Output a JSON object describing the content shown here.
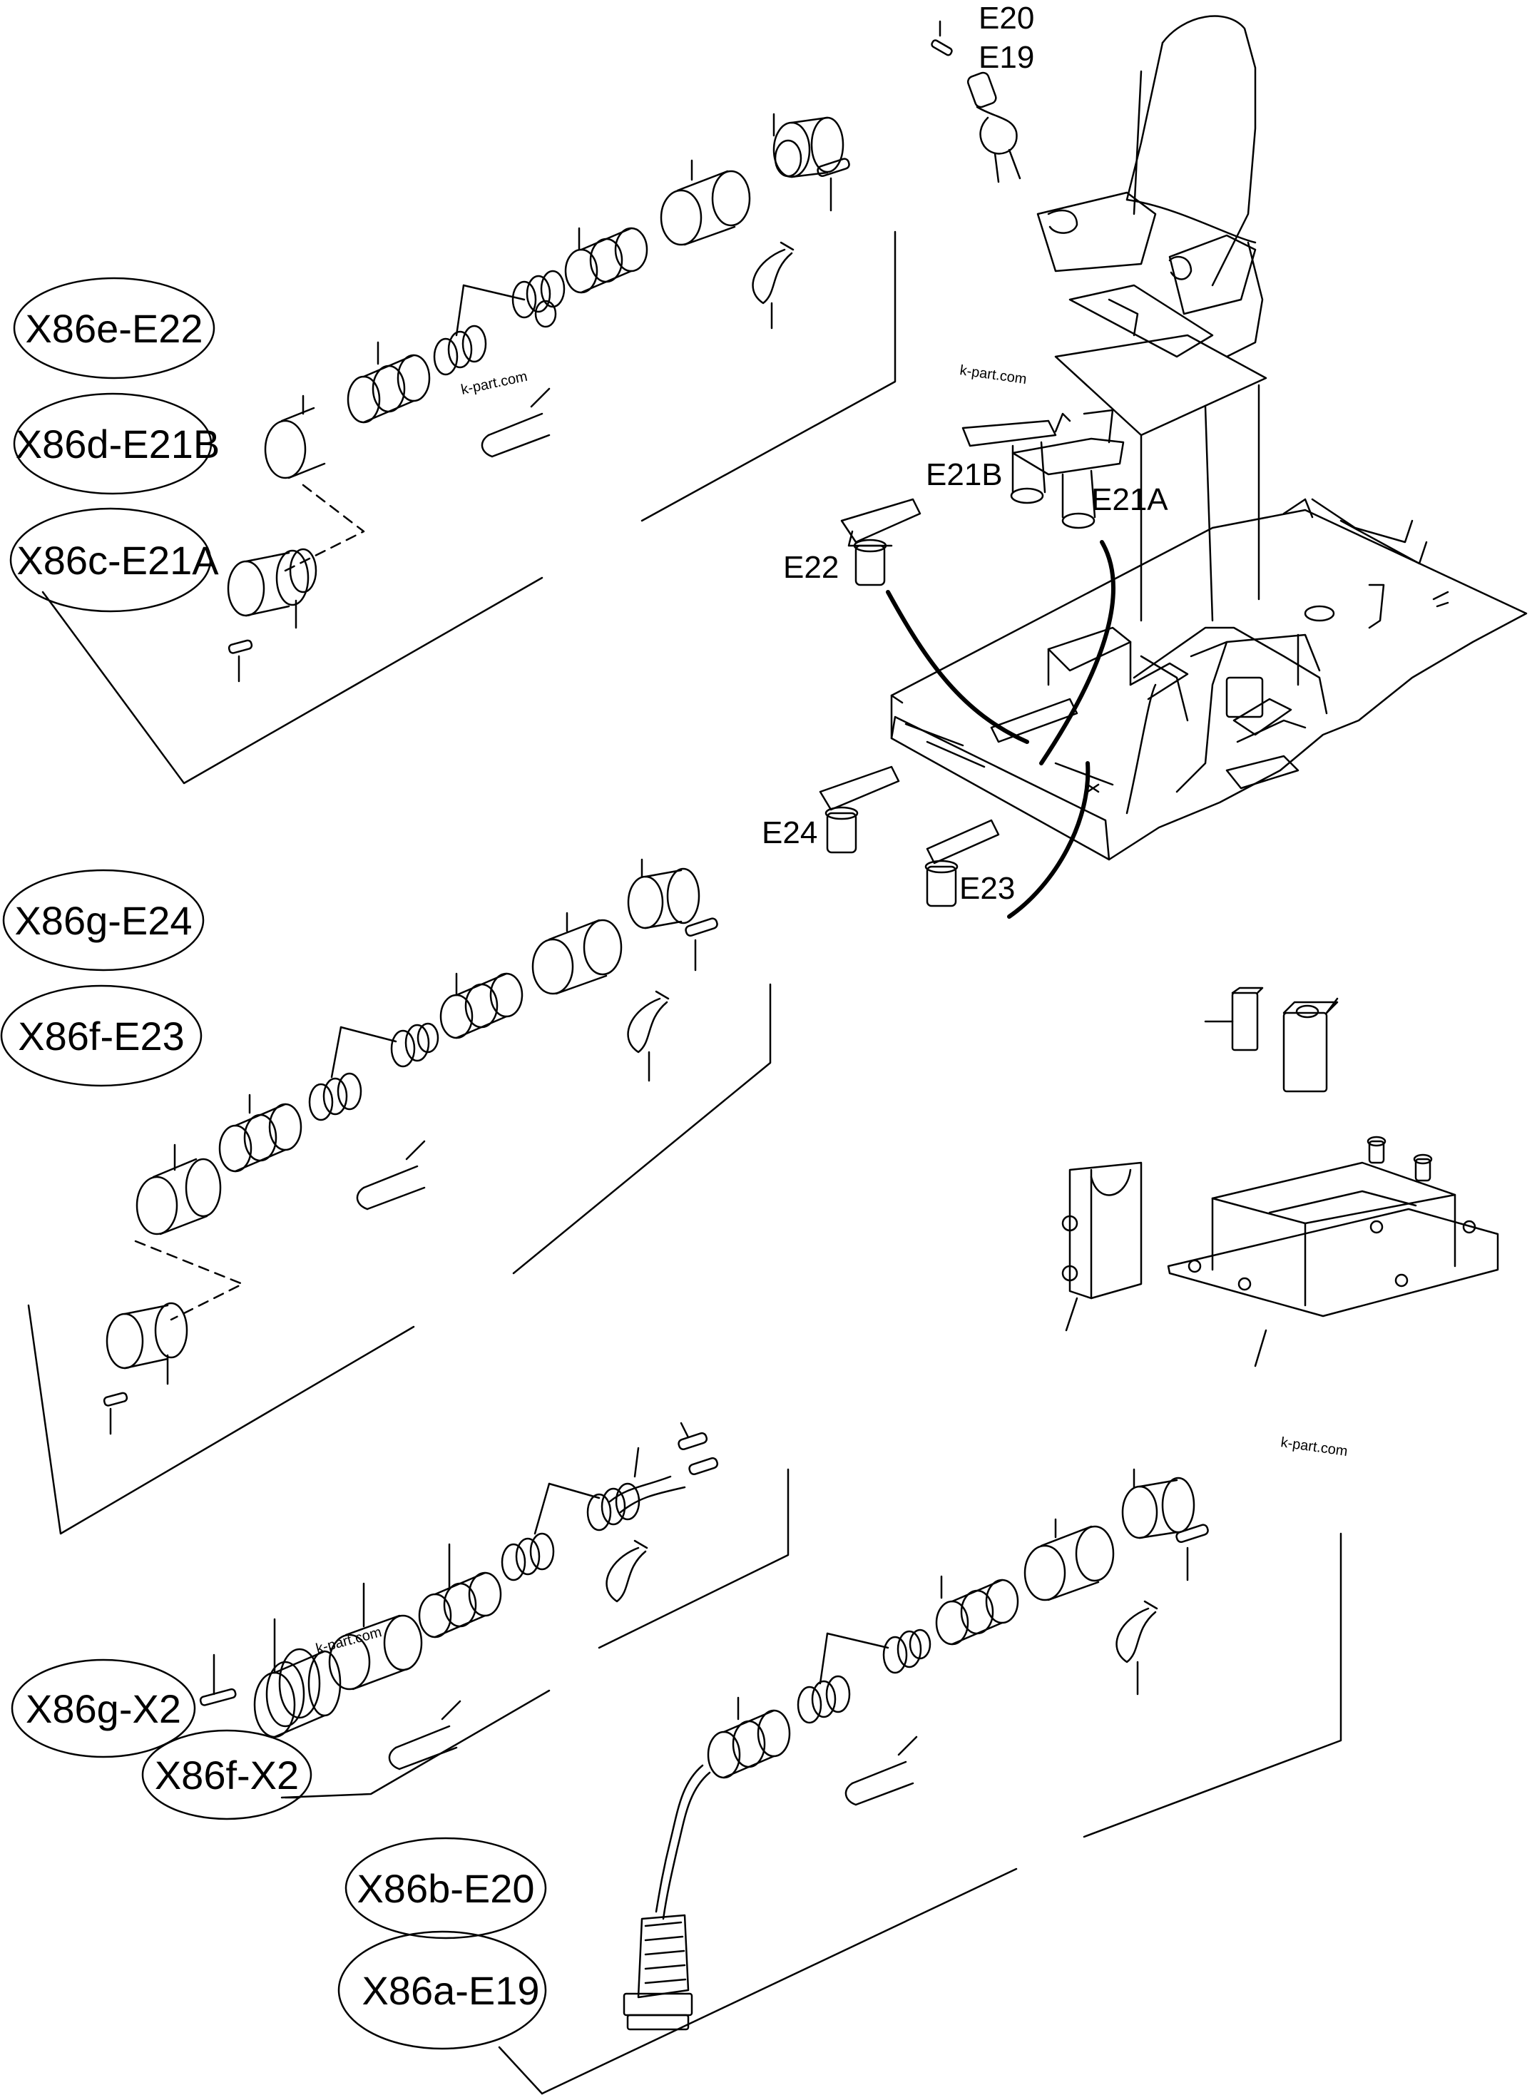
{
  "diagram": {
    "connector_labels": {
      "x86e_e22": "X86e-E22",
      "x86d_e21b": "X86d-E21B",
      "x86c_e21a": "X86c-E21A",
      "x86g_e24": "X86g-E24",
      "x86f_e23": "X86f-E23",
      "x86g_x2": "X86g-X2",
      "x86f_x2": "X86f-X2",
      "x86b_e20": "X86b-E20",
      "x86a_e19": "X86a-E19"
    },
    "component_labels": {
      "e20": "E20",
      "e19": "E19",
      "e21b": "E21B",
      "e21a": "E21A",
      "e22": "E22",
      "e24": "E24",
      "e23": "E23"
    },
    "watermarks": {
      "w1": "k-part.com",
      "w2": "k-part.com",
      "w3": "k-part.com",
      "w4": "k-part.com"
    },
    "colors": {
      "line": "#000000",
      "background": "#ffffff",
      "watermark": "#9a9a9a"
    }
  }
}
